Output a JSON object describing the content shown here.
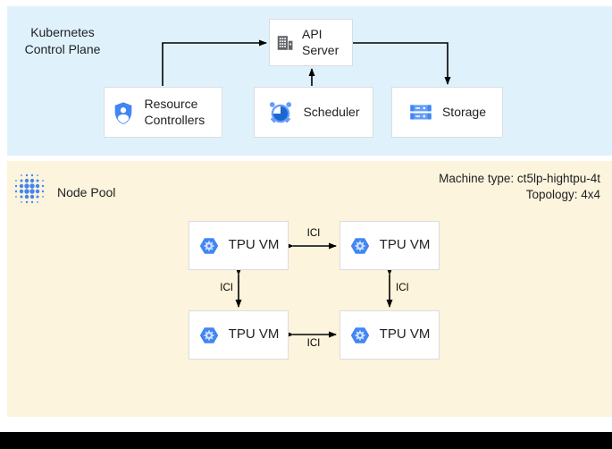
{
  "control_plane": {
    "title": "Kubernetes Control Plane",
    "nodes": [
      {
        "label": "API Server",
        "icon": "building-icon"
      },
      {
        "label": "Resource Controllers",
        "icon": "shield-user-icon"
      },
      {
        "label": "Scheduler",
        "icon": "alarm-clock-icon"
      },
      {
        "label": "Storage",
        "icon": "storage-disks-icon"
      }
    ]
  },
  "node_pool": {
    "title": "Node Pool",
    "icon": "node-pool-dots-icon",
    "machine_type": "Machine type: ct5lp-hightpu-4t",
    "topology": "Topology: 4x4",
    "vm_label": "TPU VM",
    "vm_icon": "gke-hexagon-gear-icon",
    "link_label": "ICI",
    "links": [
      "top-left<->top-right",
      "top-left<->bottom-left",
      "top-right<->bottom-right",
      "bottom-left<->bottom-right"
    ]
  },
  "colors": {
    "control_plane_bg": "#DFF2FC",
    "node_pool_bg": "#FCF4DC",
    "box_border": "#DADCE0",
    "google_blue": "#4285F4",
    "dark_blue": "#1967D2",
    "light_blue": "#669DF6",
    "pale_blue": "#D2E3FC",
    "icon_gray": "#5F6368",
    "arrow": "#000000"
  }
}
